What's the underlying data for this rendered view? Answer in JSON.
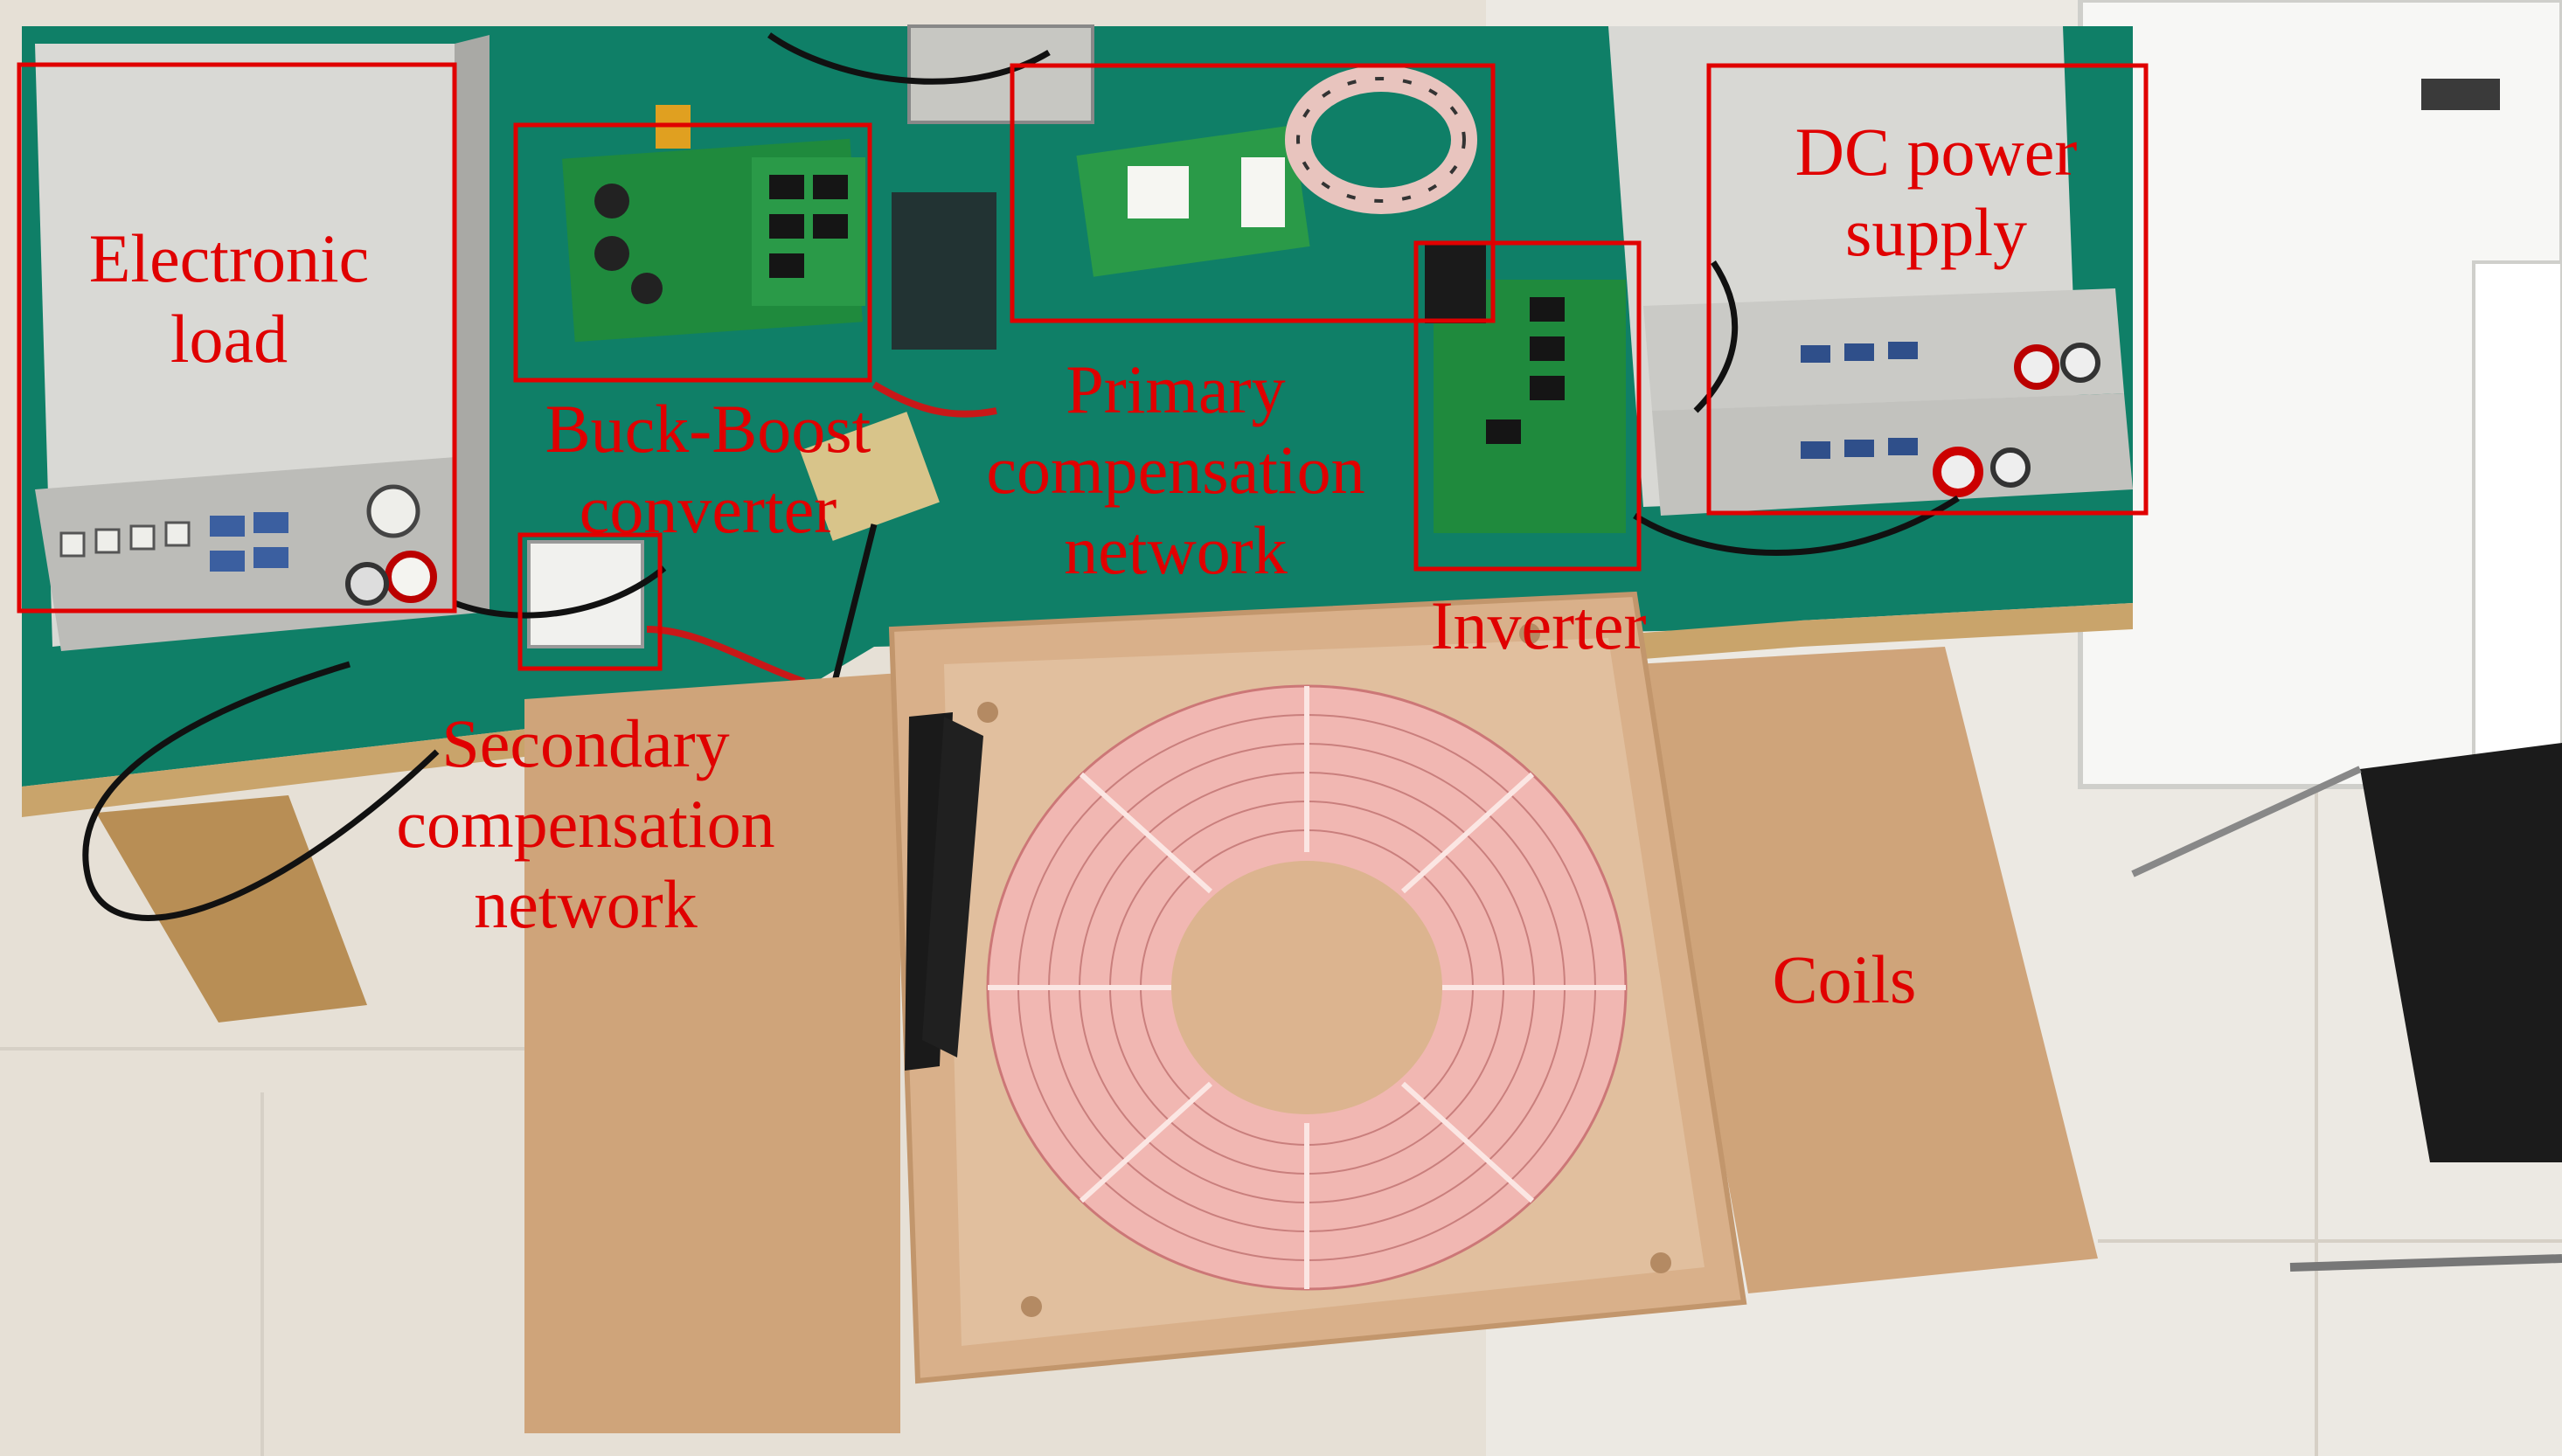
{
  "colors": {
    "annotation": "#e00000",
    "bench": "#0e7d66",
    "floor": "#e3ddd2",
    "cardboard": "#cda37a",
    "coil": "#f2b9b4",
    "pcb": "#1f8a3d",
    "instrument": "#d6d6d2"
  },
  "labels": {
    "electronic_load": [
      "Electronic",
      "load"
    ],
    "buck_boost": [
      "Buck-Boost",
      "converter"
    ],
    "primary": [
      "Primary",
      "compensation",
      "network"
    ],
    "dc_power": [
      "DC power",
      "supply"
    ],
    "inverter": [
      "Inverter"
    ],
    "secondary": [
      "Secondary",
      "compensation",
      "network"
    ],
    "coils": [
      "Coils"
    ]
  }
}
